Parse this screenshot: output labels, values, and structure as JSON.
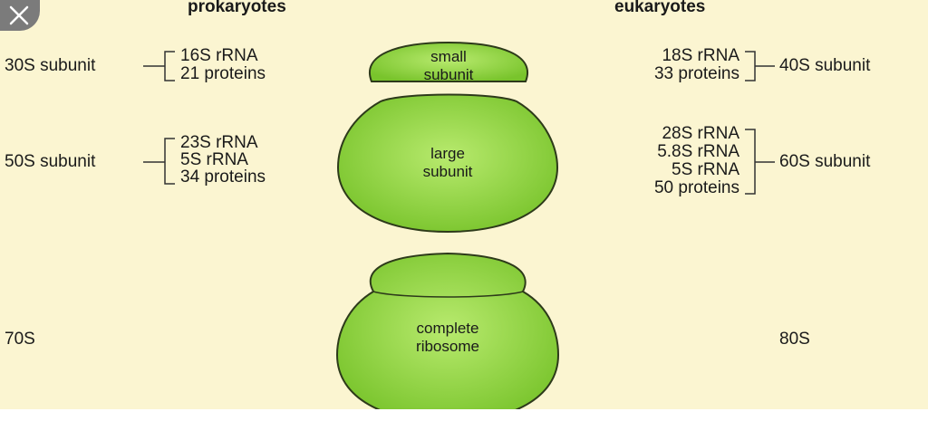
{
  "close_button": {
    "icon": "close-icon"
  },
  "headers": {
    "left": "prokaryotes",
    "right": "eukaryotes"
  },
  "prokaryotes": {
    "small": {
      "subunit": "30S subunit",
      "components": [
        "16S rRNA",
        "21 proteins"
      ]
    },
    "large": {
      "subunit": "50S subunit",
      "components": [
        "23S rRNA",
        "5S rRNA",
        "34 proteins"
      ]
    },
    "complete": "70S"
  },
  "eukaryotes": {
    "small": {
      "subunit": "40S subunit",
      "components": [
        "18S rRNA",
        "33 proteins"
      ]
    },
    "large": {
      "subunit": "60S subunit",
      "components": [
        "28S rRNA",
        "5.8S rRNA",
        "5S rRNA",
        "50 proteins"
      ]
    },
    "complete": "80S"
  },
  "shapes": {
    "small_label": [
      "small",
      "subunit"
    ],
    "large_label": [
      "large",
      "subunit"
    ],
    "complete_label": [
      "complete",
      "ribosome"
    ]
  },
  "colors": {
    "background": "#fbf5d1",
    "subunit_fill": "#8cd43c",
    "subunit_outline": "#2d3a1a"
  }
}
